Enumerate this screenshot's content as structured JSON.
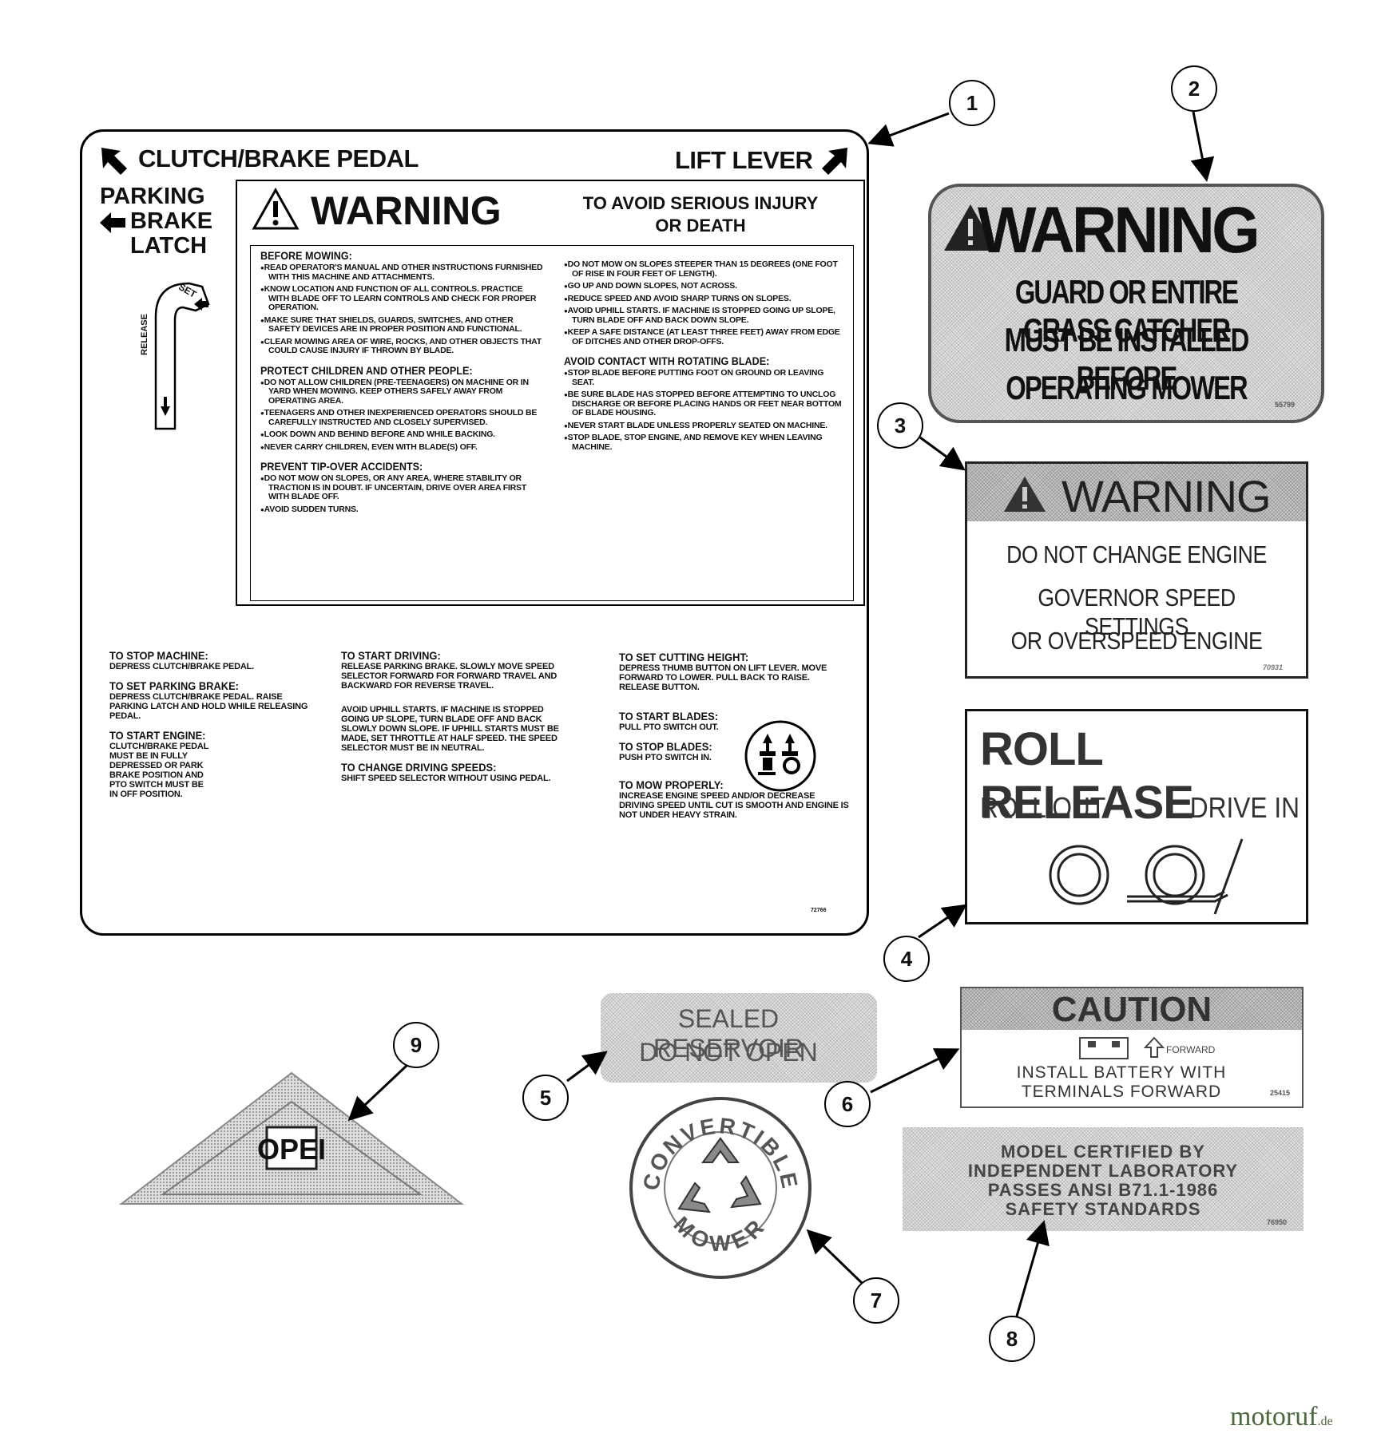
{
  "callouts": [
    "1",
    "2",
    "3",
    "4",
    "5",
    "6",
    "7",
    "8",
    "9"
  ],
  "decal1": {
    "pedal_label": "CLUTCH/BRAKE PEDAL",
    "lever_label": "LIFT LEVER",
    "parking_lines": [
      "PARKING",
      "BRAKE",
      "LATCH"
    ],
    "set_label": "SET",
    "release_label": "RELEASE",
    "warning_title": "WARNING",
    "warning_subtitle": [
      "TO AVOID SERIOUS INJURY",
      "OR DEATH"
    ],
    "before_mowing": {
      "heading": "BEFORE MOWING:",
      "items": [
        "READ OPERATOR'S MANUAL AND OTHER INSTRUCTIONS FURNISHED WITH THIS MACHINE AND ATTACHMENTS.",
        "KNOW LOCATION AND FUNCTION OF ALL CONTROLS. PRACTICE WITH BLADE OFF TO LEARN CONTROLS AND CHECK FOR PROPER OPERATION.",
        "MAKE SURE THAT SHIELDS, GUARDS, SWITCHES, AND OTHER SAFETY DEVICES ARE IN PROPER POSITION AND FUNCTIONAL.",
        "CLEAR MOWING AREA OF WIRE, ROCKS, AND OTHER OBJECTS THAT COULD CAUSE INJURY IF THROWN BY BLADE."
      ]
    },
    "protect_children": {
      "heading": "PROTECT CHILDREN AND OTHER PEOPLE:",
      "items": [
        "DO NOT ALLOW CHILDREN (PRE-TEENAGERS) ON MACHINE OR IN YARD WHEN MOWING. KEEP OTHERS SAFELY AWAY FROM OPERATING AREA.",
        "TEENAGERS AND OTHER INEXPERIENCED OPERATORS SHOULD BE CAREFULLY INSTRUCTED AND CLOSELY SUPERVISED.",
        "LOOK DOWN AND BEHIND BEFORE AND WHILE BACKING.",
        "NEVER CARRY CHILDREN, EVEN WITH BLADE(S) OFF."
      ]
    },
    "prevent_tipover": {
      "heading": "PREVENT TIP-OVER ACCIDENTS:",
      "items": [
        "DO NOT MOW ON SLOPES, OR ANY AREA, WHERE STABILITY OR TRACTION IS IN DOUBT. IF UNCERTAIN, DRIVE OVER AREA FIRST WITH BLADE OFF.",
        "AVOID SUDDEN TURNS."
      ]
    },
    "slopes": {
      "items": [
        "DO NOT MOW ON SLOPES STEEPER THAN 15 DEGREES (ONE FOOT OF RISE IN FOUR FEET OF LENGTH).",
        "GO UP AND DOWN SLOPES, NOT ACROSS.",
        "REDUCE SPEED AND AVOID SHARP TURNS ON SLOPES.",
        "AVOID UPHILL STARTS. IF MACHINE IS STOPPED GOING UP SLOPE, TURN BLADE OFF AND BACK DOWN SLOPE.",
        "KEEP A SAFE DISTANCE (AT LEAST THREE FEET) AWAY FROM EDGE OF DITCHES AND OTHER DROP-OFFS."
      ]
    },
    "rotating_blade": {
      "heading": "AVOID CONTACT WITH ROTATING BLADE:",
      "items": [
        "STOP BLADE BEFORE PUTTING FOOT ON GROUND OR LEAVING SEAT.",
        "BE SURE BLADE HAS STOPPED BEFORE ATTEMPTING TO UNCLOG DISCHARGE OR BEFORE PLACING HANDS OR FEET NEAR BOTTOM OF BLADE HOUSING.",
        "NEVER START BLADE UNLESS PROPERLY SEATED ON MACHINE.",
        "STOP BLADE, STOP ENGINE, AND REMOVE KEY WHEN LEAVING MACHINE."
      ]
    },
    "instructions": {
      "stop_machine_h": "TO STOP MACHINE:",
      "stop_machine_t": "DEPRESS CLUTCH/BRAKE PEDAL.",
      "parking_brake_h": "TO SET PARKING BRAKE:",
      "parking_brake_t": "DEPRESS CLUTCH/BRAKE PEDAL. RAISE PARKING LATCH AND HOLD WHILE RELEASING PEDAL.",
      "start_engine_h": "TO START ENGINE:",
      "start_engine_t": "CLUTCH/BRAKE PEDAL MUST BE IN FULLY DEPRESSED OR PARK BRAKE POSITION AND PTO SWITCH MUST BE IN OFF POSITION.",
      "start_driving_h": "TO START DRIVING:",
      "start_driving_t": "RELEASE PARKING BRAKE. SLOWLY MOVE SPEED SELECTOR FORWARD FOR FORWARD TRAVEL AND BACKWARD FOR REVERSE TRAVEL.",
      "uphill_t": "AVOID UPHILL STARTS. IF MACHINE IS STOPPED GOING UP SLOPE, TURN BLADE OFF AND BACK SLOWLY DOWN SLOPE. IF UPHILL STARTS MUST BE MADE, SET THROTTLE AT HALF SPEED. THE SPEED SELECTOR MUST BE IN NEUTRAL.",
      "change_speed_h": "TO CHANGE DRIVING SPEEDS:",
      "change_speed_t": "SHIFT SPEED SELECTOR WITHOUT USING PEDAL.",
      "cut_height_h": "TO SET CUTTING HEIGHT:",
      "cut_height_t": "DEPRESS THUMB BUTTON ON LIFT LEVER. MOVE FORWARD TO LOWER. PULL BACK TO RAISE. RELEASE BUTTON.",
      "start_blades_h": "TO START BLADES:",
      "start_blades_t": "PULL PTO SWITCH OUT.",
      "stop_blades_h": "TO STOP BLADES:",
      "stop_blades_t": "PUSH PTO SWITCH IN.",
      "mow_properly_h": "TO MOW PROPERLY:",
      "mow_properly_t": "INCREASE ENGINE SPEED AND/OR DECREASE DRIVING SPEED UNTIL CUT IS SMOOTH AND ENGINE IS NOT UNDER HEAVY STRAIN."
    },
    "code": "72766"
  },
  "decal2": {
    "title": "WARNING",
    "lines": [
      "GUARD OR ENTIRE GRASS CATCHER",
      "MUST BE INSTALLED BEFORE",
      "OPERATING MOWER"
    ],
    "code": "55799"
  },
  "decal3": {
    "title": "WARNING",
    "lines": [
      "DO NOT CHANGE ENGINE",
      "GOVERNOR SPEED SETTINGS",
      "OR OVERSPEED ENGINE"
    ],
    "code": "70931"
  },
  "decal4": {
    "title": "ROLL RELEASE",
    "left": "ROLL OUT",
    "right": "DRIVE IN"
  },
  "decal5": {
    "lines": [
      "SEALED RESERVOIR",
      "DO NOT OPEN"
    ]
  },
  "decal6": {
    "title": "CAUTION",
    "forward": "FORWARD",
    "lines": [
      "INSTALL BATTERY WITH",
      "TERMINALS FORWARD"
    ],
    "code": "25415"
  },
  "decal7": {
    "ring_top": "CONVERTIBLE",
    "ring_bottom": "MOWER"
  },
  "decal8": {
    "lines": [
      "MODEL CERTIFIED BY",
      "INDEPENDENT LABORATORY",
      "PASSES ANSI B71.1-1986",
      "SAFETY STANDARDS"
    ],
    "code": "76950"
  },
  "watermark": "motoruf",
  "watermark_tld": ".de"
}
